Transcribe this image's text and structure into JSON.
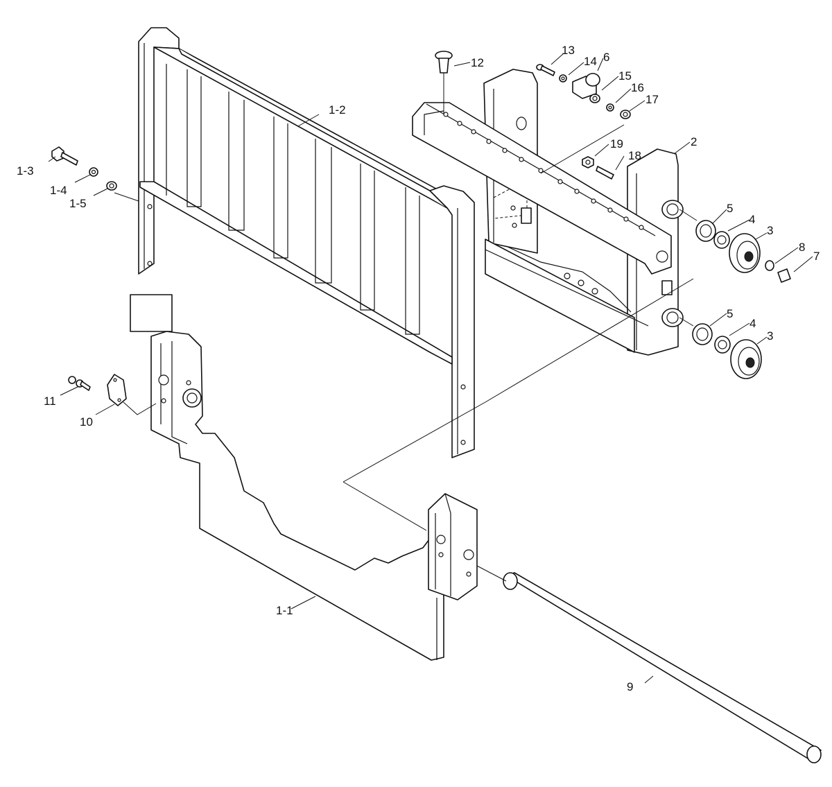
{
  "callouts": [
    {
      "id": "1-1",
      "text": "1-1"
    },
    {
      "id": "1-2",
      "text": "1-2"
    },
    {
      "id": "1-3",
      "text": "1-3"
    },
    {
      "id": "1-4",
      "text": "1-4"
    },
    {
      "id": "1-5",
      "text": "1-5"
    },
    {
      "id": "2",
      "text": "2"
    },
    {
      "id": "3a",
      "text": "3"
    },
    {
      "id": "3b",
      "text": "3"
    },
    {
      "id": "4a",
      "text": "4"
    },
    {
      "id": "4b",
      "text": "4"
    },
    {
      "id": "5a",
      "text": "5"
    },
    {
      "id": "5b",
      "text": "5"
    },
    {
      "id": "6",
      "text": "6"
    },
    {
      "id": "7",
      "text": "7"
    },
    {
      "id": "8",
      "text": "8"
    },
    {
      "id": "9",
      "text": "9"
    },
    {
      "id": "10",
      "text": "10"
    },
    {
      "id": "11",
      "text": "11"
    },
    {
      "id": "12",
      "text": "12"
    },
    {
      "id": "13",
      "text": "13"
    },
    {
      "id": "14",
      "text": "14"
    },
    {
      "id": "15",
      "text": "15"
    },
    {
      "id": "16",
      "text": "16"
    },
    {
      "id": "17",
      "text": "17"
    },
    {
      "id": "18",
      "text": "18"
    },
    {
      "id": "19",
      "text": "19"
    }
  ],
  "colors": {
    "line": "#111111",
    "background": "#ffffff"
  }
}
